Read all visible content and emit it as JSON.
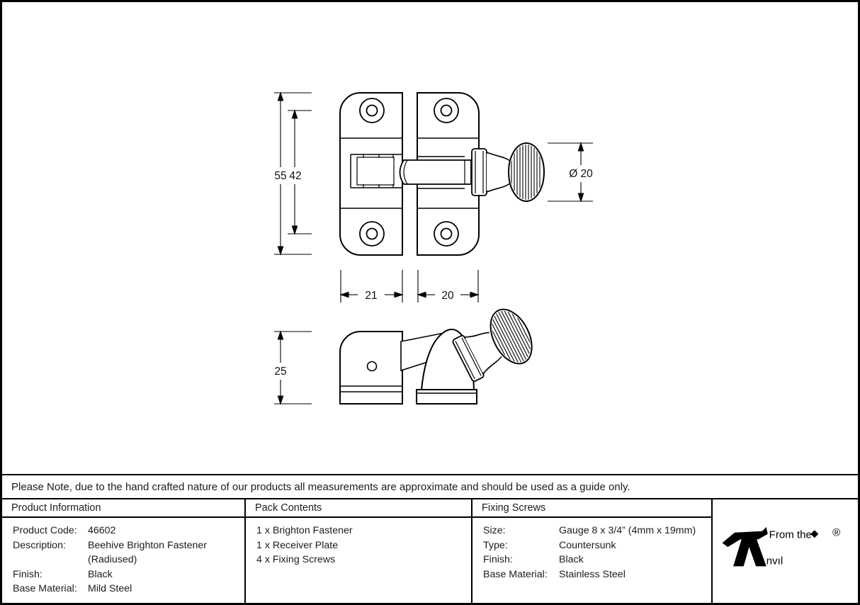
{
  "colors": {
    "line": "#000000",
    "background": "#ffffff",
    "text": "#1c1c1c"
  },
  "drawing": {
    "top_view": {
      "dim_height_overall": "55",
      "dim_hole_centres": "42",
      "dim_knob_diameter": "Ø 20"
    },
    "side_view": {
      "dim_plate_width": "21",
      "dim_receiver_width": "20",
      "dim_depth": "25"
    }
  },
  "note": "Please Note, due to the hand crafted nature of our products all measurements are approximate and should be used as a guide only.",
  "table": {
    "product_information": {
      "header": "Product Information",
      "rows": [
        {
          "label": "Product Code:",
          "value": "46602"
        },
        {
          "label": "Description:",
          "value": "Beehive Brighton Fastener (Radiused)"
        },
        {
          "label": "Finish:",
          "value": "Black"
        },
        {
          "label": "Base Material:",
          "value": "Mild Steel"
        }
      ]
    },
    "pack_contents": {
      "header": "Pack Contents",
      "items": [
        "1 x Brighton Fastener",
        "1 x Receiver Plate",
        "4 x Fixing Screws"
      ]
    },
    "fixing_screws": {
      "header": "Fixing Screws",
      "rows": [
        {
          "label": "Size:",
          "value": "Gauge 8 x 3/4” (4mm x 19mm)"
        },
        {
          "label": "Type:",
          "value": "Countersunk"
        },
        {
          "label": "Finish:",
          "value": "Black"
        },
        {
          "label": "Base Material:",
          "value": "Stainless Steel"
        }
      ]
    }
  },
  "logo": {
    "tagline": "From the",
    "brand_icon": "anvil-a-icon",
    "brand_text": "nvıl",
    "registered": "®"
  }
}
